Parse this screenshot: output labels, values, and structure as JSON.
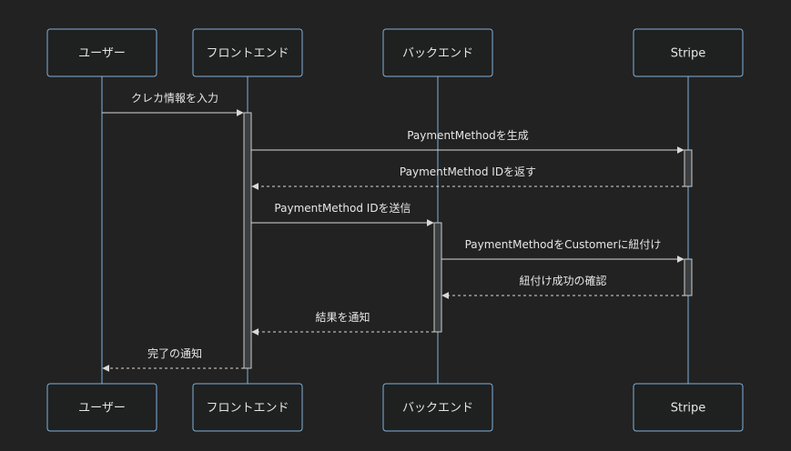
{
  "diagram": {
    "type": "sequence",
    "colors": {
      "background": "#222222",
      "actor_fill": "#1f2020",
      "actor_border": "#81b1db",
      "lifeline": "#81b1db",
      "activation_fill": "#3c3f41",
      "activation_border": "#cccccc",
      "arrow": "#d8d8d8",
      "text": "#e6e6e6"
    },
    "actors": [
      {
        "id": "user",
        "label": "ユーザー"
      },
      {
        "id": "frontend",
        "label": "フロントエンド"
      },
      {
        "id": "backend",
        "label": "バックエンド"
      },
      {
        "id": "stripe",
        "label": "Stripe"
      }
    ],
    "messages": [
      {
        "from": "user",
        "to": "frontend",
        "label": "クレカ情報を入力",
        "style": "solid"
      },
      {
        "from": "frontend",
        "to": "stripe",
        "label": "PaymentMethodを生成",
        "style": "solid"
      },
      {
        "from": "stripe",
        "to": "frontend",
        "label": "PaymentMethod IDを返す",
        "style": "dashed"
      },
      {
        "from": "frontend",
        "to": "backend",
        "label": "PaymentMethod IDを送信",
        "style": "solid"
      },
      {
        "from": "backend",
        "to": "stripe",
        "label": "PaymentMethodをCustomerに紐付け",
        "style": "solid"
      },
      {
        "from": "stripe",
        "to": "backend",
        "label": "紐付け成功の確認",
        "style": "dashed"
      },
      {
        "from": "backend",
        "to": "frontend",
        "label": "結果を通知",
        "style": "dashed"
      },
      {
        "from": "frontend",
        "to": "user",
        "label": "完了の通知",
        "style": "dashed"
      }
    ],
    "activations": [
      {
        "actor": "frontend",
        "from_message": 0,
        "to_message": 7
      },
      {
        "actor": "stripe",
        "from_message": 1,
        "to_message": 2
      },
      {
        "actor": "backend",
        "from_message": 3,
        "to_message": 6
      },
      {
        "actor": "stripe",
        "from_message": 4,
        "to_message": 5
      }
    ]
  }
}
